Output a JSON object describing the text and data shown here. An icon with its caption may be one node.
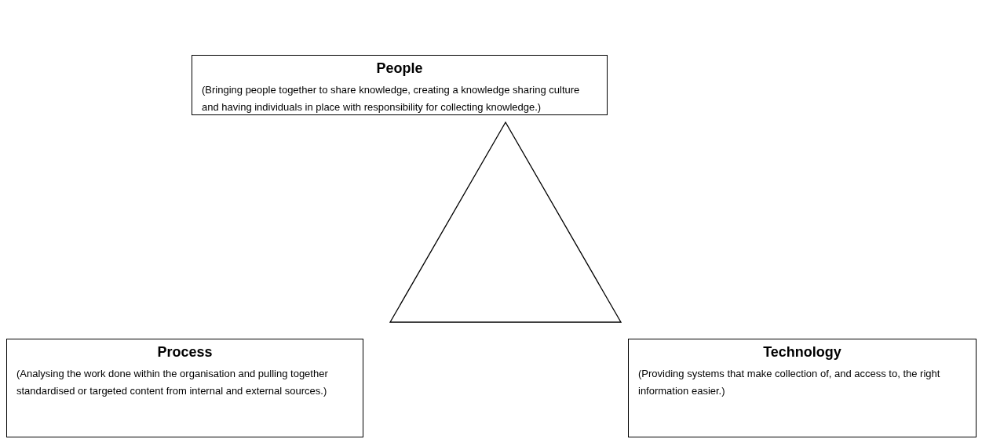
{
  "diagram": {
    "nodes": [
      {
        "text": [
          "People",
          "(Bringing people together to share knowledge, creating a knowledge sharing culture and having individuals in place with responsibility for collecting knowledge.)"
        ]
      },
      {
        "text": [],
        "shape": "triangle"
      },
      {
        "text": [
          "Process",
          "(Analysing the work done within the organisation and pulling together standardised or targeted content from internal and external sources.)"
        ]
      },
      {
        "text": [
          "Technology",
          "(Providing systems that make collection of, and access to, the right information easier.)"
        ]
      }
    ]
  }
}
